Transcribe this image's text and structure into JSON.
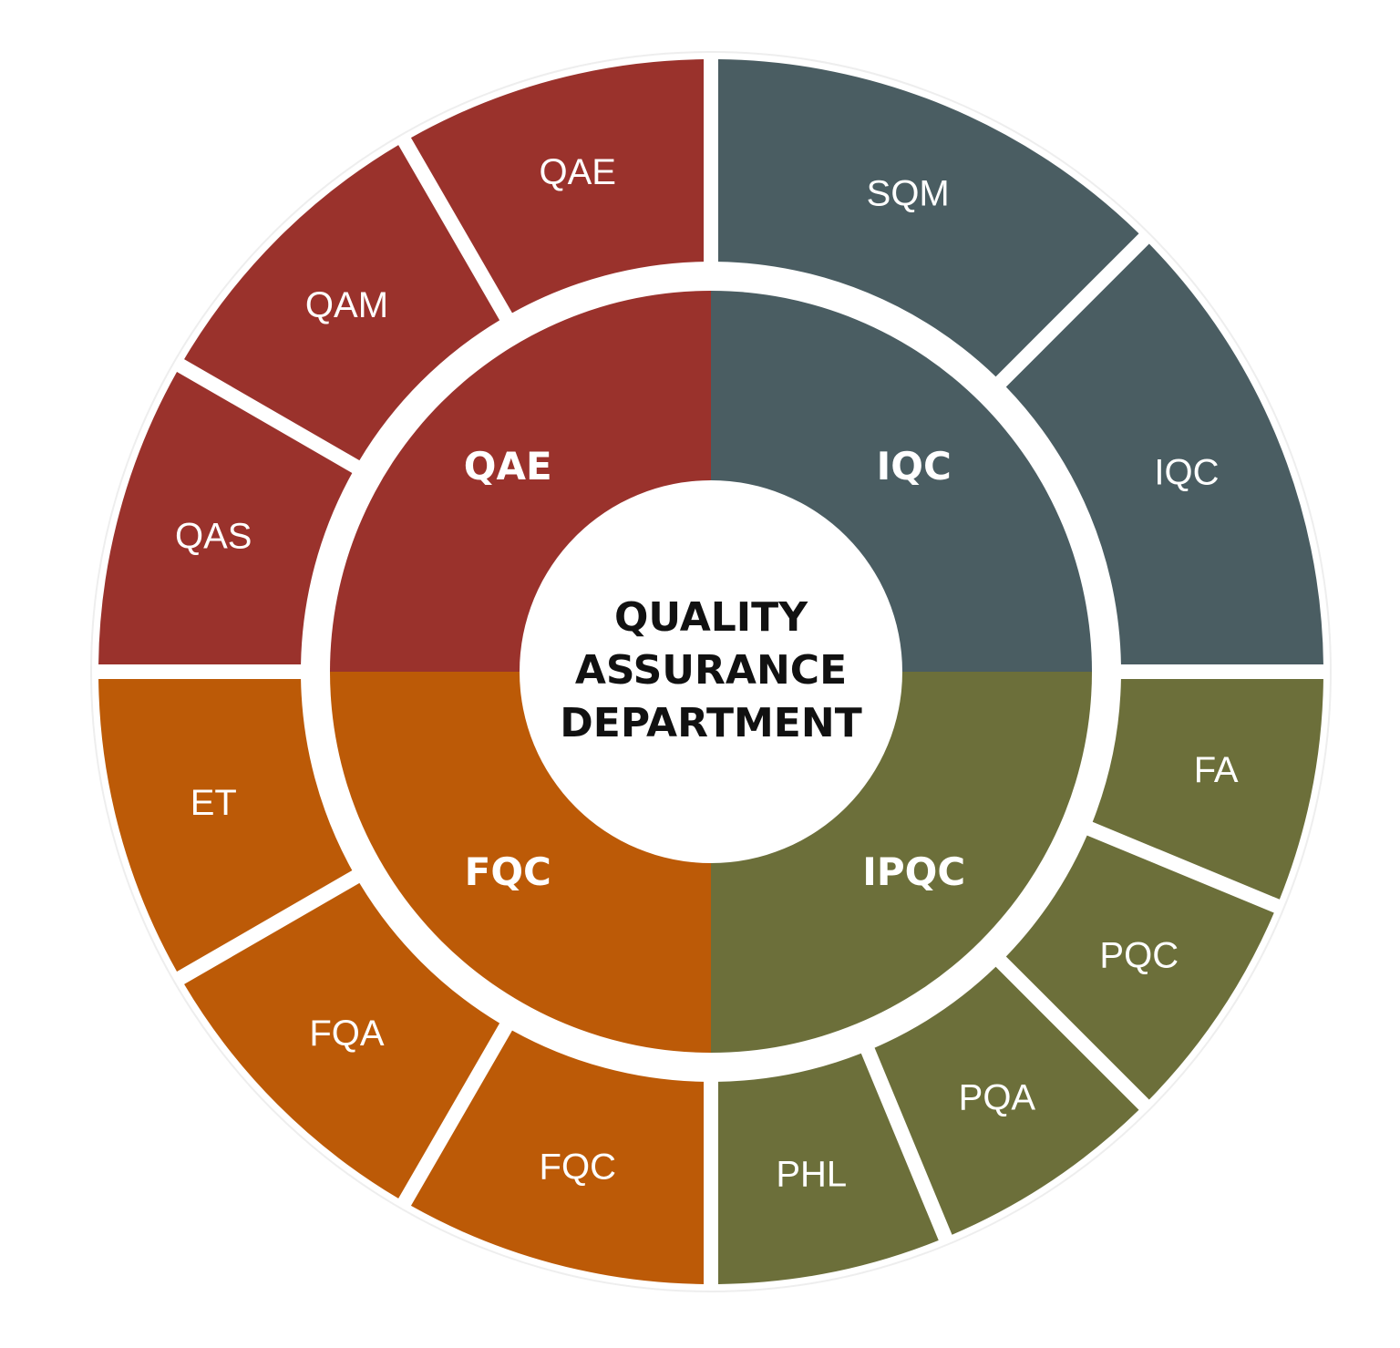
{
  "title": "QUALITY ASSURANCE DEPARTMENT",
  "center": {
    "lines": [
      "QUALITY",
      "ASSURANCE",
      "DEPARTMENT"
    ]
  },
  "colors": {
    "qae": "#9a322c",
    "iqc": "#4a5d62",
    "ipqc": "#6c6f3a",
    "fqc": "#bc5a07",
    "background": "#ffffff",
    "center_text": "#111111"
  },
  "groups": [
    {
      "id": "qae",
      "label": "QAE",
      "color": "#9a322c",
      "start_deg": 270,
      "end_deg": 360,
      "children": [
        {
          "label": "QAS",
          "start_deg": 270,
          "end_deg": 300
        },
        {
          "label": "QAM",
          "start_deg": 300,
          "end_deg": 330
        },
        {
          "label": "QAE",
          "start_deg": 330,
          "end_deg": 360
        }
      ]
    },
    {
      "id": "iqc",
      "label": "IQC",
      "color": "#4a5d62",
      "start_deg": 0,
      "end_deg": 90,
      "children": [
        {
          "label": "SQM",
          "start_deg": 0,
          "end_deg": 45
        },
        {
          "label": "IQC",
          "start_deg": 45,
          "end_deg": 90
        }
      ]
    },
    {
      "id": "ipqc",
      "label": "IPQC",
      "color": "#6c6f3a",
      "start_deg": 90,
      "end_deg": 180,
      "children": [
        {
          "label": "FA",
          "start_deg": 90,
          "end_deg": 112.5
        },
        {
          "label": "PQC",
          "start_deg": 112.5,
          "end_deg": 135
        },
        {
          "label": "PQA",
          "start_deg": 135,
          "end_deg": 157.5
        },
        {
          "label": "PHL",
          "start_deg": 157.5,
          "end_deg": 180
        }
      ]
    },
    {
      "id": "fqc",
      "label": "FQC",
      "color": "#bc5a07",
      "start_deg": 180,
      "end_deg": 270,
      "children": [
        {
          "label": "FQC",
          "start_deg": 180,
          "end_deg": 210
        },
        {
          "label": "FQA",
          "start_deg": 210,
          "end_deg": 240
        },
        {
          "label": "ET",
          "start_deg": 240,
          "end_deg": 270
        }
      ]
    }
  ]
}
